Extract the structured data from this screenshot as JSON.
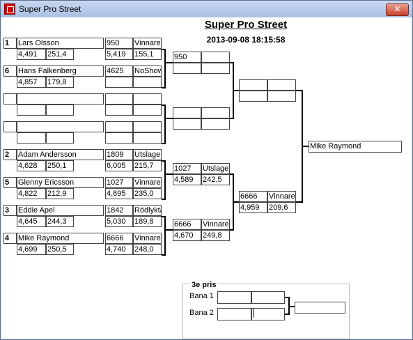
{
  "window": {
    "title": "Super Pro Street",
    "close_glyph": "✕"
  },
  "header": {
    "title": "Super Pro Street",
    "datetime": "2013-09-08 18:15:58"
  },
  "round1": [
    {
      "seed": "1",
      "name": "Lars Olsson",
      "reaction": "4,491",
      "speed": "251,4",
      "number": "950",
      "result": "Vinnare",
      "et": "5,419",
      "trap": "155,1"
    },
    {
      "seed": "6",
      "name": "Hans Falkenberg",
      "reaction": "4,857",
      "speed": "179,8",
      "number": "4625",
      "result": "NoShow",
      "et": "",
      "trap": ""
    },
    {
      "seed": "",
      "name": "",
      "reaction": "",
      "speed": "",
      "number": "",
      "result": "",
      "et": "",
      "trap": ""
    },
    {
      "seed": "",
      "name": "",
      "reaction": "",
      "speed": "",
      "number": "",
      "result": "",
      "et": "",
      "trap": ""
    },
    {
      "seed": "2",
      "name": "Adam Andersson",
      "reaction": "4,628",
      "speed": "250,1",
      "number": "1809",
      "result": "Utslagen",
      "et": "6,005",
      "trap": "215,7"
    },
    {
      "seed": "5",
      "name": "Glenny Ericsson",
      "reaction": "4,822",
      "speed": "212,9",
      "number": "1027",
      "result": "Vinnare",
      "et": "4,695",
      "trap": "235,0"
    },
    {
      "seed": "3",
      "name": "Eddie Apel",
      "reaction": "4,645",
      "speed": "244,3",
      "number": "1842",
      "result": "Rödlykta",
      "et": "5,030",
      "trap": "189,8"
    },
    {
      "seed": "4",
      "name": "Mike Raymond",
      "reaction": "4,699",
      "speed": "250,5",
      "number": "6666",
      "result": "Vinnare",
      "et": "4,740",
      "trap": "248,0"
    }
  ],
  "round2": [
    {
      "number": "950",
      "result": "",
      "et": "",
      "trap": ""
    },
    {
      "number": "",
      "result": "",
      "et": "",
      "trap": ""
    },
    {
      "number": "1027",
      "result": "Utslagen",
      "et": "4,589",
      "trap": "242,5"
    },
    {
      "number": "6666",
      "result": "Vinnare",
      "et": "4,670",
      "trap": "249,8"
    }
  ],
  "round3": [
    {
      "number": "",
      "result": "",
      "et": "",
      "trap": ""
    },
    {
      "number": "6666",
      "result": "Vinnare",
      "et": "4,959",
      "trap": "209,6"
    }
  ],
  "final": {
    "winner": "Mike Raymond"
  },
  "third_place": {
    "label": "3e pris",
    "lane1_label": "Bana 1",
    "lane2_label": "Bana 2",
    "lane1": {
      "a": "",
      "b": ""
    },
    "lane2": {
      "a": "",
      "b": ""
    },
    "winner": ""
  }
}
